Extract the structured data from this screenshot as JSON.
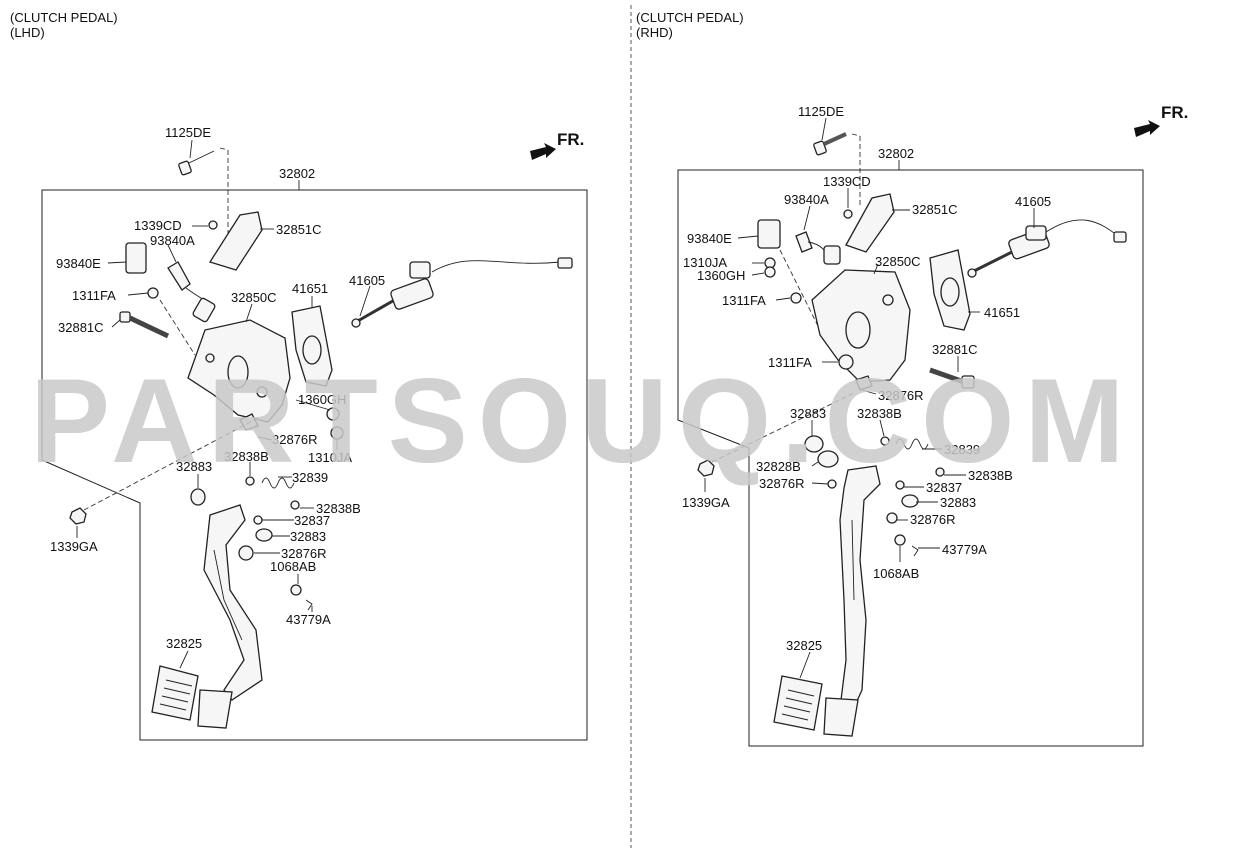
{
  "panels": {
    "left": {
      "title": "(CLUTCH PEDAL)",
      "subtitle": "(LHD)"
    },
    "right": {
      "title": "(CLUTCH PEDAL)",
      "subtitle": "(RHD)"
    }
  },
  "front_indicator": "FR.",
  "watermark": "PARTSOUQ.COM",
  "left_labels": {
    "1125DE": "1125DE",
    "32802": "32802",
    "1339CD": "1339CD",
    "32851C": "32851C",
    "93840A": "93840A",
    "93840E": "93840E",
    "1311FA": "1311FA",
    "32850C": "32850C",
    "41651": "41651",
    "41605": "41605",
    "32881C": "32881C",
    "1360GH": "1360GH",
    "32876R_a": "32876R",
    "1310JA": "1310JA",
    "32883_a": "32883",
    "32838B_a": "32838B",
    "32839": "32839",
    "32838B_b": "32838B",
    "32837": "32837",
    "32883_b": "32883",
    "32876R_b": "32876R",
    "1068AB": "1068AB",
    "43779A": "43779A",
    "1339GA": "1339GA",
    "32825": "32825"
  },
  "right_labels": {
    "1125DE": "1125DE",
    "32802": "32802",
    "1339CD": "1339CD",
    "93840A": "93840A",
    "32851C": "32851C",
    "41605": "41605",
    "93840E": "93840E",
    "1310JA": "1310JA",
    "32850C": "32850C",
    "1360GH": "1360GH",
    "1311FA_a": "1311FA",
    "41651": "41651",
    "32881C": "32881C",
    "1311FA_b": "1311FA",
    "32876R_a": "32876R",
    "32883_a": "32883",
    "32838B_a": "32838B",
    "32839": "32839",
    "32828B": "32828B",
    "32838B_b": "32838B",
    "32876R_b": "32876R",
    "32837": "32837",
    "1339GA": "1339GA",
    "32883_b": "32883",
    "32876R_c": "32876R",
    "43779A": "43779A",
    "1068AB": "1068AB",
    "32825": "32825"
  }
}
